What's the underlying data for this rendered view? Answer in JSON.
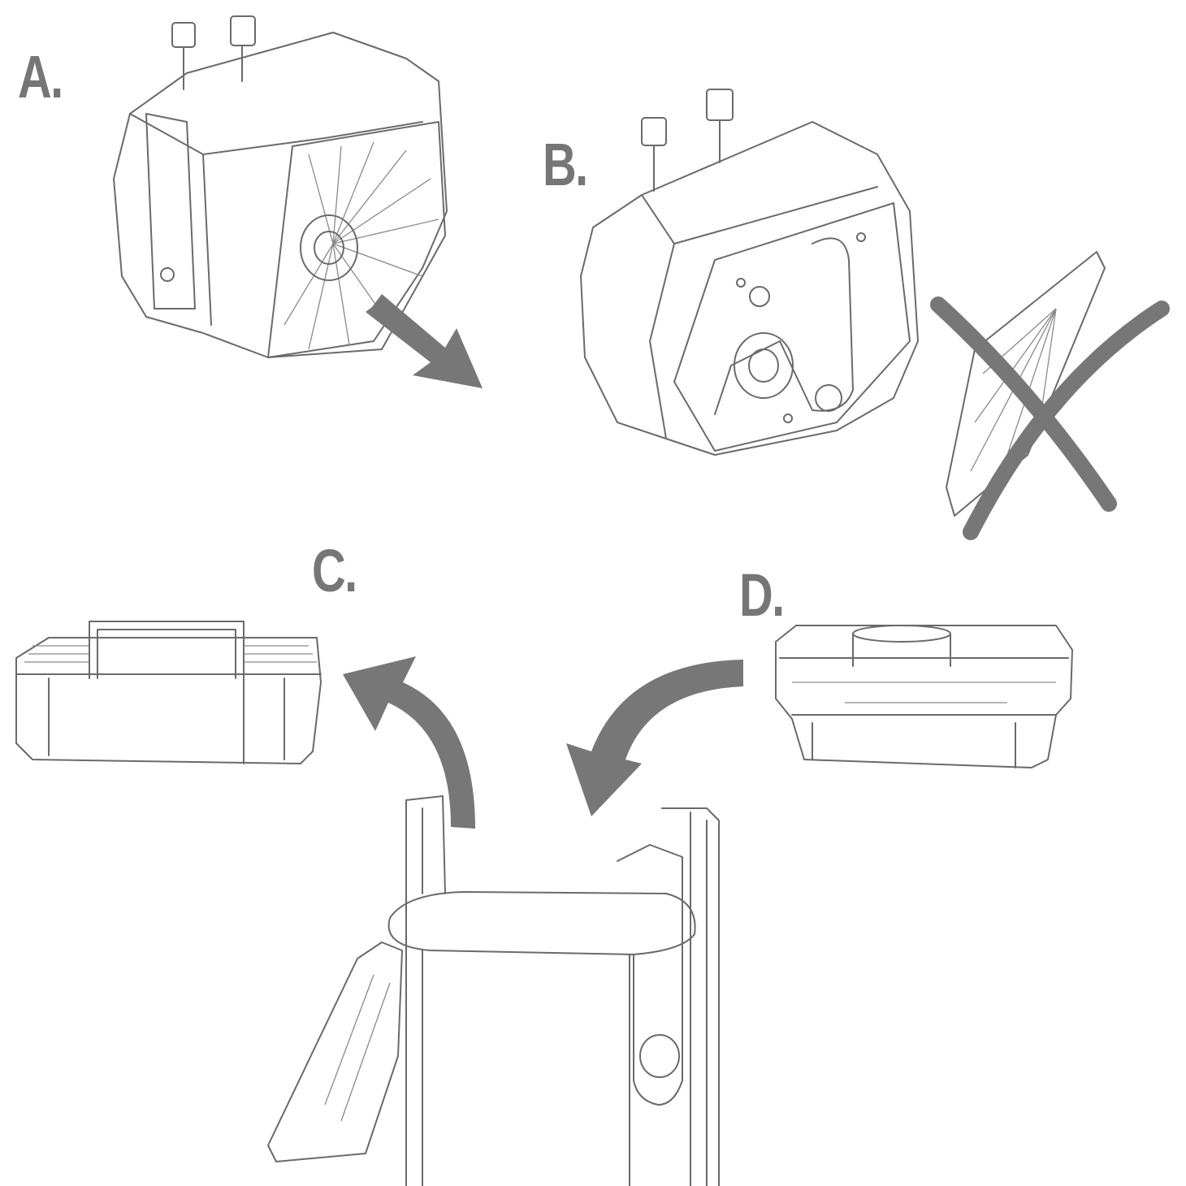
{
  "steps": {
    "a": "A.",
    "b": "B.",
    "c": "C.",
    "d": "D."
  },
  "colors": {
    "arrow": "#777777",
    "line": "#6a6a6a",
    "background": "#ffffff"
  }
}
